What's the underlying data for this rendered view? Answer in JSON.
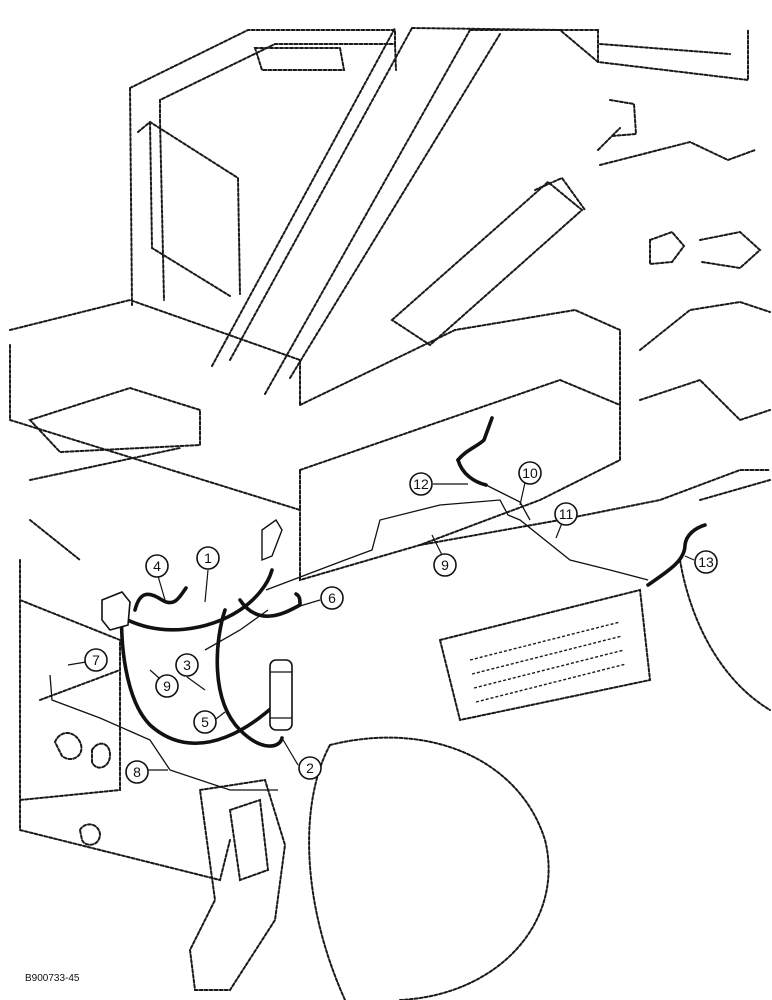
{
  "figure": {
    "reference_code": "B900733-45"
  },
  "callouts": [
    "1",
    "2",
    "3",
    "4",
    "5",
    "6",
    "7",
    "8",
    "9",
    "9",
    "10",
    "11",
    "12",
    "13"
  ],
  "colors": {
    "ink": "#111111",
    "background": "#ffffff"
  }
}
